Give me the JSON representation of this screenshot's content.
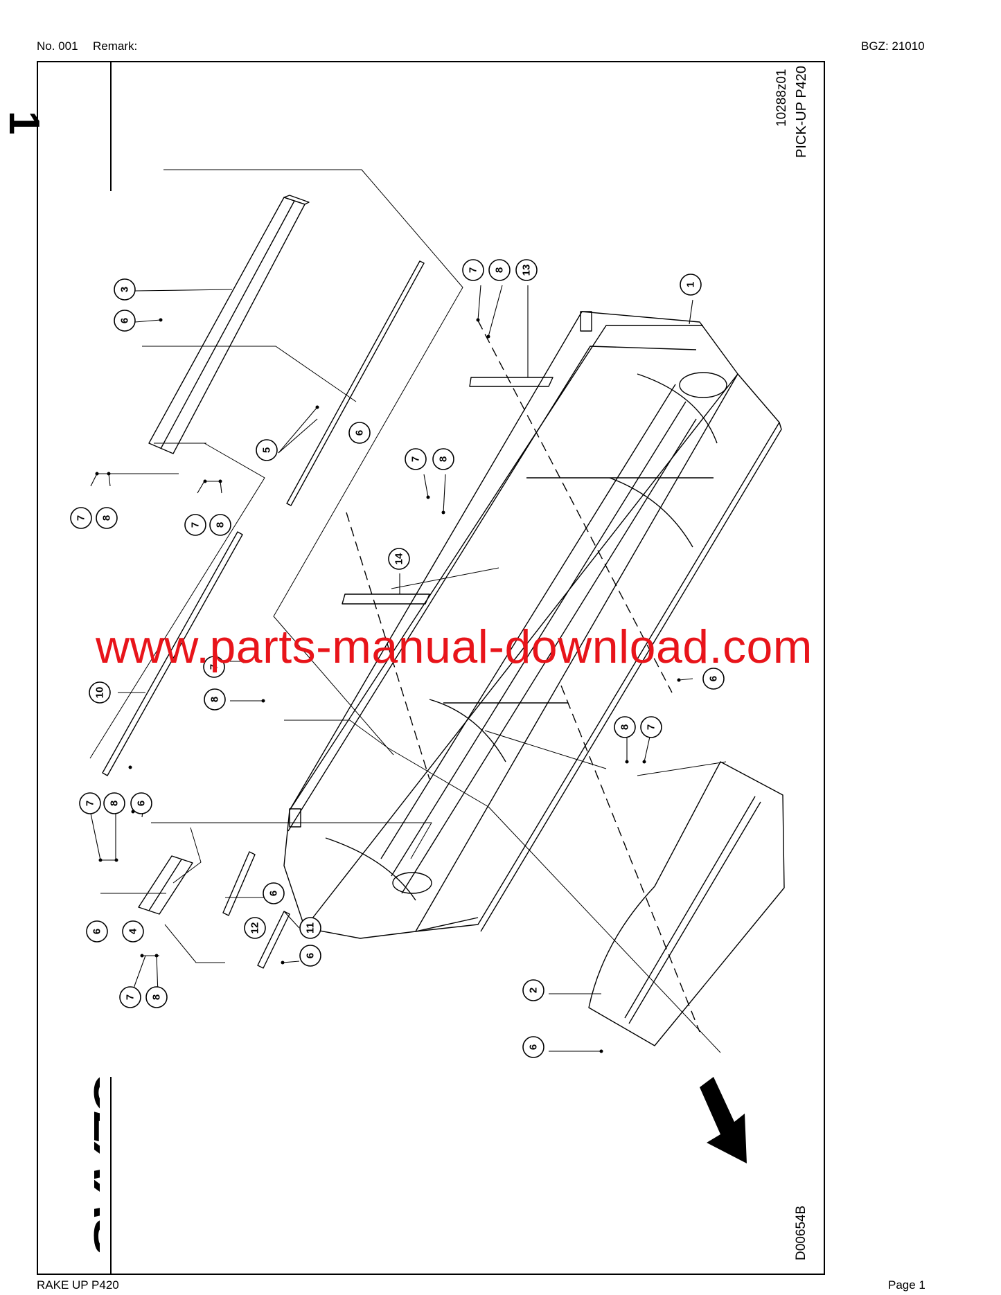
{
  "header": {
    "number": "No. 001",
    "remark": "Remark:",
    "bgz": "BGZ: 21010"
  },
  "footer": {
    "model": "RAKE UP  P420",
    "page": "Page 1"
  },
  "diagram": {
    "section_number": "1",
    "drawing_code": "10288z01",
    "drawing_title": "PICK-UP P420",
    "document_code": "D00654B",
    "brand_logo": "CLAAS",
    "direction_arrow": "arrow-down-right-icon"
  },
  "callouts": [
    {
      "id": "c-7a",
      "label": "7"
    },
    {
      "id": "c-8a",
      "label": "8"
    },
    {
      "id": "c-13",
      "label": "13"
    },
    {
      "id": "c-1",
      "label": "1"
    },
    {
      "id": "c-3",
      "label": "3"
    },
    {
      "id": "c-6a",
      "label": "6"
    },
    {
      "id": "c-6b",
      "label": "6"
    },
    {
      "id": "c-5",
      "label": "5"
    },
    {
      "id": "c-7b",
      "label": "7"
    },
    {
      "id": "c-8b",
      "label": "8"
    },
    {
      "id": "c-7c",
      "label": "7"
    },
    {
      "id": "c-8c",
      "label": "8"
    },
    {
      "id": "c-7d",
      "label": "7"
    },
    {
      "id": "c-8d",
      "label": "8"
    },
    {
      "id": "c-14",
      "label": "14"
    },
    {
      "id": "c-10",
      "label": "10"
    },
    {
      "id": "c-7e",
      "label": "7"
    },
    {
      "id": "c-8e",
      "label": "8"
    },
    {
      "id": "c-6c",
      "label": "6"
    },
    {
      "id": "c-8f",
      "label": "8"
    },
    {
      "id": "c-7f",
      "label": "7"
    },
    {
      "id": "c-6d",
      "label": "6"
    },
    {
      "id": "c-7g",
      "label": "7"
    },
    {
      "id": "c-8g",
      "label": "8"
    },
    {
      "id": "c-6e",
      "label": "6"
    },
    {
      "id": "c-4",
      "label": "4"
    },
    {
      "id": "c-6f",
      "label": "6"
    },
    {
      "id": "c-12",
      "label": "12"
    },
    {
      "id": "c-11",
      "label": "11"
    },
    {
      "id": "c-6g",
      "label": "6"
    },
    {
      "id": "c-7h",
      "label": "7"
    },
    {
      "id": "c-8h",
      "label": "8"
    },
    {
      "id": "c-2",
      "label": "2"
    },
    {
      "id": "c-6h",
      "label": "6"
    }
  ],
  "watermark": "www.parts-manual-download.com"
}
